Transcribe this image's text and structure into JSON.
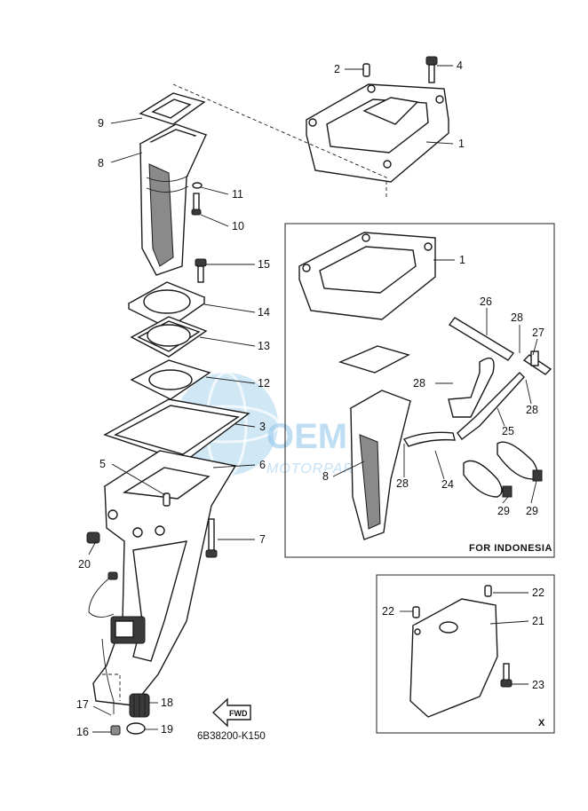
{
  "diagram_code": "6B38200-K150",
  "fwd_label": "FWD",
  "inset_indonesia_label": "FOR INDONESIA",
  "inset_x_label": "X",
  "watermark": {
    "brand": "OEM",
    "sub": "MOTORPARTS"
  },
  "callouts": {
    "c1a": "1",
    "c1b": "1",
    "c2": "2",
    "c3": "3",
    "c4": "4",
    "c5": "5",
    "c6": "6",
    "c7": "7",
    "c8a": "8",
    "c8b": "8",
    "c9": "9",
    "c10": "10",
    "c11": "11",
    "c12": "12",
    "c13": "13",
    "c14": "14",
    "c15": "15",
    "c16": "16",
    "c17": "17",
    "c18": "18",
    "c19": "19",
    "c20": "20",
    "c21": "21",
    "c22a": "22",
    "c22b": "22",
    "c23": "23",
    "c24": "24",
    "c25": "25",
    "c26": "26",
    "c27": "27",
    "c28a": "28",
    "c28b": "28",
    "c28c": "28",
    "c28d": "28",
    "c29a": "29",
    "c29b": "29"
  }
}
